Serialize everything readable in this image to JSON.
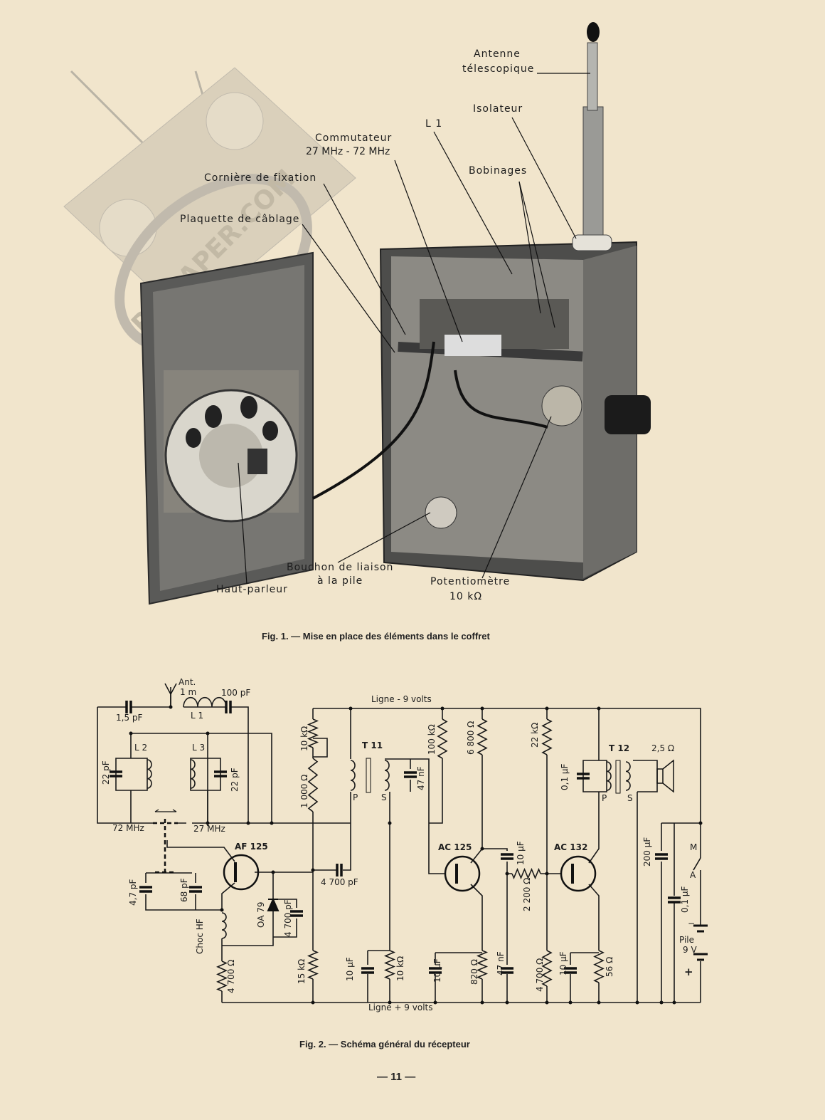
{
  "photo": {
    "watermark": "RC-PAPER.COM",
    "labels": {
      "antenne_1": "Antenne",
      "antenne_2": "télescopique",
      "isolateur": "Isolateur",
      "l1": "L 1",
      "commutateur_1": "Commutateur",
      "commutateur_2": "27 MHz - 72 MHz",
      "bobinages": "Bobinages",
      "corniere": "Cornière de fixation",
      "plaquette": "Plaquette de câblage",
      "bouchon_1": "Bouchon de liaison",
      "bouchon_2": "à la pile",
      "potentiometre_1": "Potentiomètre",
      "potentiometre_2": "10 kΩ",
      "haut_parleur": "Haut-parleur"
    }
  },
  "fig1_caption": "Fig. 1. — Mise en place des éléments dans le coffret",
  "schematic": {
    "ant": "Ant.",
    "ant_len": "1 m",
    "c_1_5": "1,5 pF",
    "l1": "L 1",
    "c_100": "100 pF",
    "rail_neg": "Ligne  - 9 volts",
    "rail_pos": "Ligne  + 9 volts",
    "l2": "L 2",
    "l3": "L 3",
    "c22a": "22 pF",
    "c22b": "22 pF",
    "f72": "72 MHz",
    "f27": "27 MHz",
    "af125": "AF 125",
    "c4_7": "4,7 pF",
    "c68": "68 pF",
    "choc": "Choc HF",
    "oa79": "OA 79",
    "c4700a": "4 700 pF",
    "c4700b": "4 700 pF",
    "r4700a": "4 700 Ω",
    "r10k_pot": "10 kΩ",
    "r1000": "1 000 Ω",
    "r15k": "15 kΩ",
    "t11": "T 11",
    "p1": "P",
    "s1": "S",
    "c47n_a": "47 nF",
    "c10u_a": "10 µF",
    "r10k": "10 kΩ",
    "r100k": "100 kΩ",
    "ac125": "AC 125",
    "r6800": "6 800 Ω",
    "c10u_b": "10 µF",
    "r820": "820 Ω",
    "c10u_c": "10 µF",
    "r2200": "2 200 Ω",
    "c47n_b": "47 nF",
    "r22k": "22 kΩ",
    "r4700b": "4 700 Ω",
    "ac132": "AC 132",
    "c10u_d": "10 µF",
    "r56": "56 Ω",
    "t12": "T 12",
    "c0_1a": "0,1 µF",
    "p2": "P",
    "s2": "S",
    "spk": "2,5 Ω",
    "c200u": "200 µF",
    "c0_1b": "0,1 µF",
    "sw_m": "M",
    "sw_a": "A",
    "minus": "−",
    "pile": "Pile",
    "pile_v": "9 V",
    "plus": "+"
  },
  "fig2_caption": "Fig. 2. — Schéma général du récepteur",
  "page_number": "— 11 —"
}
